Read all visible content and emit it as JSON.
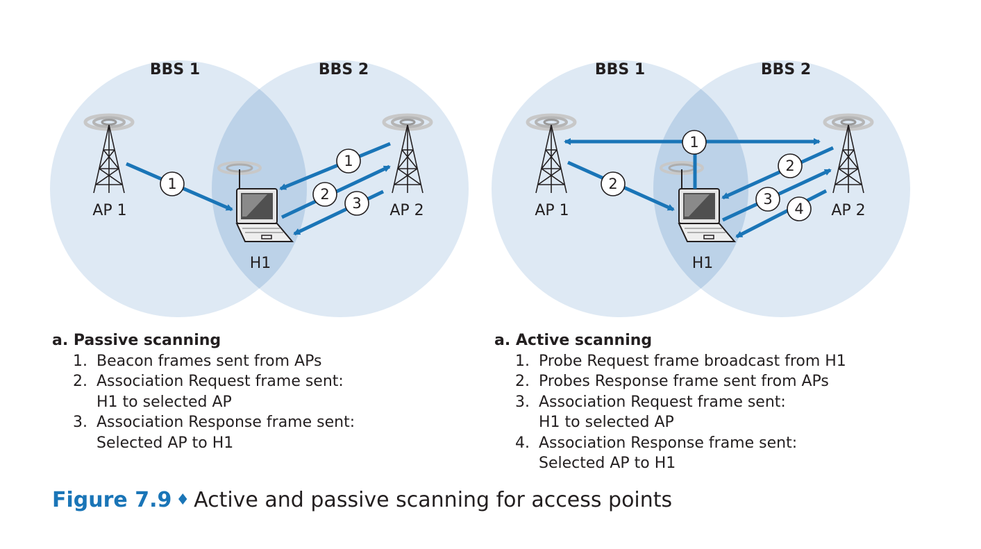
{
  "colors": {
    "arrow": "#1a75b7",
    "circle_fill": "#d8e5f2",
    "overlap_fill": "#bcd2e8",
    "figure_number": "#1a75b7"
  },
  "panels": [
    {
      "bbs_labels": [
        "BBS 1",
        "BBS 2"
      ],
      "ap_labels": [
        "AP 1",
        "AP 2"
      ],
      "host_label": "H1",
      "step_numbers": [
        "1",
        "1",
        "2",
        "3"
      ],
      "caption": {
        "title": "a. Passive scanning",
        "steps": [
          {
            "num": "1.",
            "lines": [
              "Beacon frames sent from APs"
            ]
          },
          {
            "num": "2.",
            "lines": [
              "Association Request frame sent:",
              "H1 to selected AP"
            ]
          },
          {
            "num": "3.",
            "lines": [
              "Association Response frame sent:",
              "Selected AP to H1"
            ]
          }
        ]
      }
    },
    {
      "bbs_labels": [
        "BBS 1",
        "BBS 2"
      ],
      "ap_labels": [
        "AP 1",
        "AP 2"
      ],
      "host_label": "H1",
      "step_numbers": [
        "1",
        "2",
        "2",
        "3",
        "4"
      ],
      "caption": {
        "title": "a. Active scanning",
        "steps": [
          {
            "num": "1.",
            "lines": [
              "Probe Request frame broadcast from H1"
            ]
          },
          {
            "num": "2.",
            "lines": [
              "Probes Response frame sent from APs"
            ]
          },
          {
            "num": "3.",
            "lines": [
              "Association Request frame sent:",
              "H1 to selected AP"
            ]
          },
          {
            "num": "4.",
            "lines": [
              "Association Response frame sent:",
              "Selected AP to H1"
            ]
          }
        ]
      }
    }
  ],
  "figure_caption": {
    "number": "Figure 7.9",
    "separator": "♦",
    "text": "Active and passive scanning for access points"
  }
}
